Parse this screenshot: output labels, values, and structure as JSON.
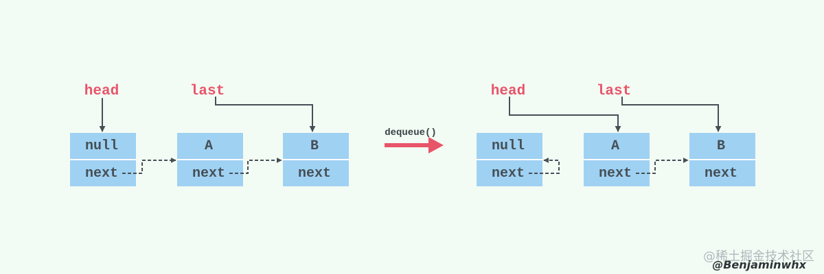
{
  "colors": {
    "background": "#f3fcf4",
    "node_fill": "#9fd1f3",
    "node_divider": "#ffffff",
    "pointer_text": "#e8546a",
    "cell_text": "#454f55",
    "arrow": "#454f55",
    "operation_arrow": "#e8546a"
  },
  "before": {
    "pointers": {
      "head": "head",
      "last": "last"
    },
    "nodes": [
      {
        "value": "null",
        "next": "next"
      },
      {
        "value": "A",
        "next": "next"
      },
      {
        "value": "B",
        "next": "next"
      }
    ]
  },
  "operation": {
    "label": "dequeue()"
  },
  "after": {
    "pointers": {
      "head": "head",
      "last": "last"
    },
    "nodes": [
      {
        "value": "null",
        "next": "next"
      },
      {
        "value": "A",
        "next": "next"
      },
      {
        "value": "B",
        "next": "next"
      }
    ]
  },
  "watermark": {
    "line1": "@稀土掘金技术社区",
    "line2": "@Benjaminwhx"
  }
}
